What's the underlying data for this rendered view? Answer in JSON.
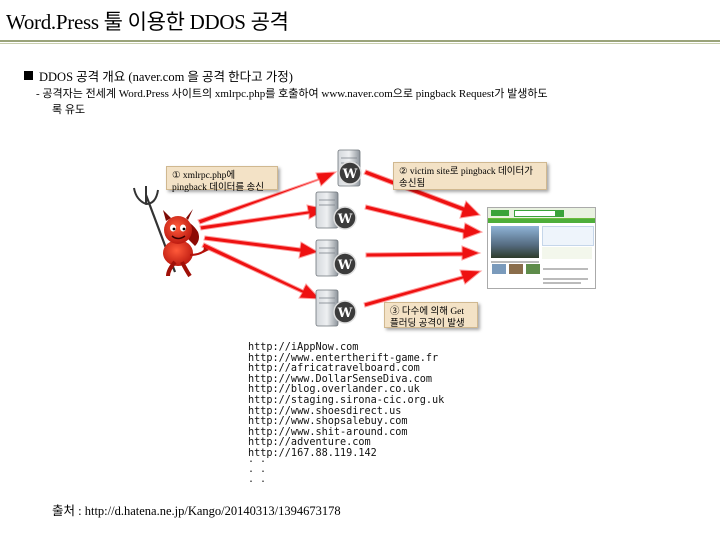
{
  "header": {
    "title": "Word.Press 툴 이용한 DDOS 공격"
  },
  "overview": {
    "heading": "DDOS 공격 개요 (naver.com 을 공격 한다고 가정)",
    "desc_line1": "- 공격자는 전세계 Word.Press 사이트의 xmlrpc.php를 호출하여 www.naver.com으로 pingback Request가 발생하도",
    "desc_line2": "록 유도"
  },
  "callouts": {
    "step1": "① xmlrpc.php에 pingback 데이터를 송신",
    "step2": "② victim site로 pingback 데이터가 송신됨",
    "step3": "③ 다수에 의해 Get 플러딩 공격이 발생"
  },
  "victim_site": {
    "logo": "NAVER"
  },
  "url_list": [
    "http://iAppNow.com",
    "http://www.entertherift-game.fr",
    "http://africatravelboard.com",
    "http://www.DollarSenseDiva.com",
    "http://blog.overlander.co.uk",
    "http://staging.sirona-cic.org.uk",
    "http://www.shoesdirect.us",
    "http://www.shopsalebuy.com",
    "http://www.shit-around.com",
    "http://adventure.com",
    "http://167.88.119.142"
  ],
  "ellipsis": ". .\n. .\n. .",
  "footer": {
    "source": "출처 : http://d.hatena.ne.jp/Kango/20140313/1394673178"
  },
  "colors": {
    "arrow": "#ee1111",
    "arrow_stroke": "#ff9a9a",
    "callout_bg": "#f3e2c6",
    "title_rule": "#9aa37a",
    "server_body": "#9ca3ab",
    "wp_badge": "#3b3b3b"
  },
  "icons": {
    "attacker": "devil-icon",
    "server": "wordpress-server-icon",
    "victim": "website-screenshot"
  }
}
